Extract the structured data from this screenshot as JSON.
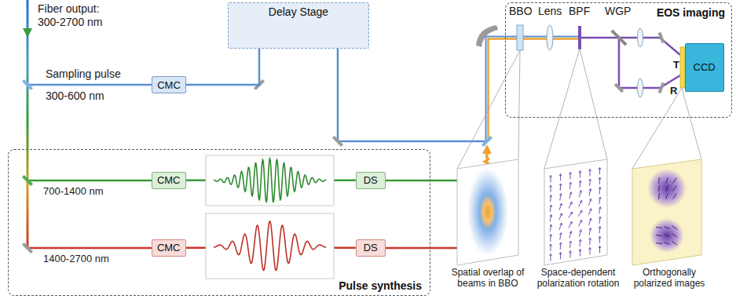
{
  "diagram": {
    "nodes": [
      {
        "text": [
          "Delay Stage"
        ]
      },
      {
        "text": [
          "CMC"
        ]
      },
      {
        "text": [
          "EOS imaging"
        ]
      },
      {
        "text": [
          "CCD"
        ],
        "in": 2
      },
      {
        "text": [
          "Pulse synthesis"
        ]
      },
      {
        "text": [
          "CMC"
        ],
        "in": 4
      },
      {
        "text": [
          "DS"
        ],
        "in": 4
      },
      {
        "text": [
          "CMC"
        ],
        "in": 4
      },
      {
        "text": [
          "DS"
        ],
        "in": 4
      }
    ],
    "edges": [
      {
        "from": 1,
        "to": 0,
        "arrow": "none"
      },
      {
        "from": 5,
        "to": 6,
        "arrow": "none"
      },
      {
        "from": 7,
        "to": 8,
        "arrow": "none"
      }
    ],
    "labels": [
      "Fiber output: 300-2700 nm",
      "Sampling pulse 300-600 nm",
      "700-1400 nm",
      "1400-2700 nm",
      "BBO",
      "Lens",
      "BPF",
      "WGP",
      "T",
      "R",
      "Spatial overlap of beams in BBO",
      "Space-dependent polarization rotation",
      "Orthogonally polarized images"
    ]
  }
}
